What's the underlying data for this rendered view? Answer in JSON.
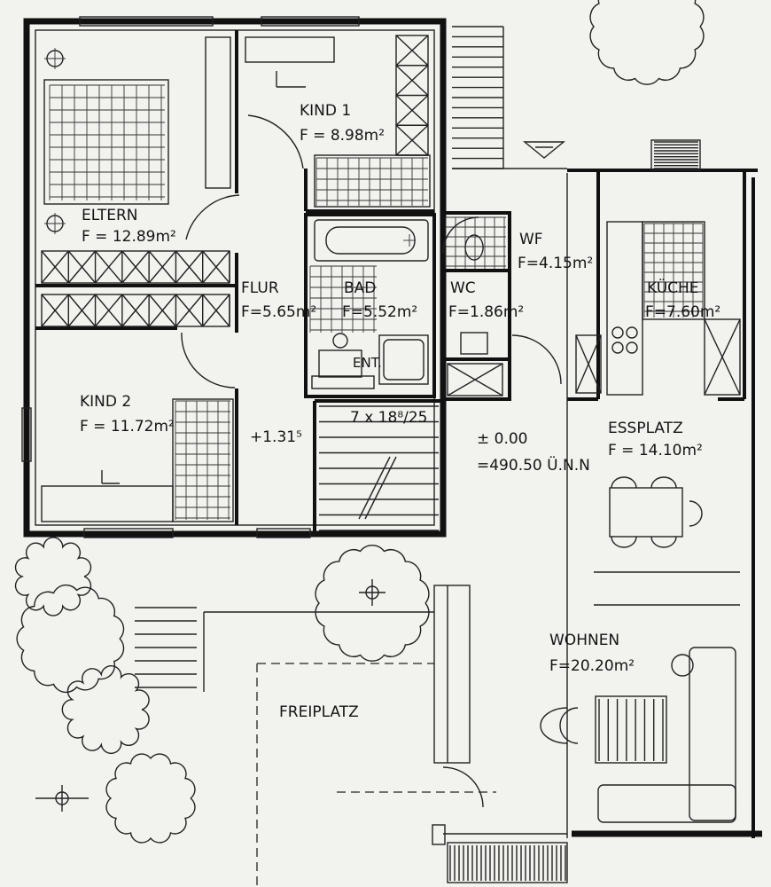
{
  "rooms": {
    "eltern": {
      "name": "ELTERN",
      "area": "F = 12.89m²"
    },
    "kind1": {
      "name": "KIND 1",
      "area": "F = 8.98m²"
    },
    "kind2": {
      "name": "KIND 2",
      "area": "F = 11.72m²"
    },
    "flur": {
      "name": "FLUR",
      "area": "F=5.65m²"
    },
    "bad": {
      "name": "BAD",
      "area": "F=5.52m²"
    },
    "wc": {
      "name": "WC",
      "area": "F=1.86m²"
    },
    "wf": {
      "name": "WF",
      "area": "F=4.15m²"
    },
    "kueche": {
      "name": "KÜCHE",
      "area": "F=7.60m²"
    },
    "essplatz": {
      "name": "ESSPLATZ",
      "area": "F = 14.10m²"
    },
    "wohnen": {
      "name": "WOHNEN",
      "area": "F=20.20m²"
    },
    "freiplatz": {
      "name": "FREIPLATZ"
    }
  },
  "annotations": {
    "level_upper": "+1.31⁵",
    "level_ground": "± 0.00",
    "elevation": "=490.50 Ü.N.N",
    "stair": "7 x 18⁸/25",
    "ent": "ENT."
  }
}
